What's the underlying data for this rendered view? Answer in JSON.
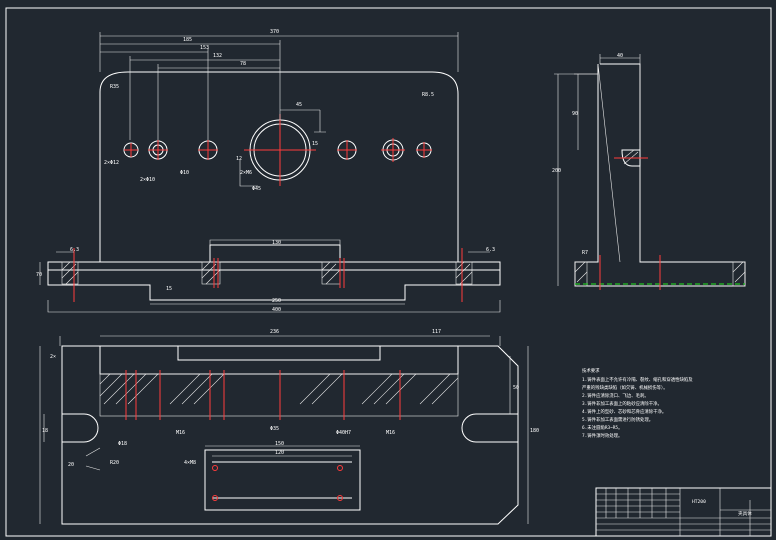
{
  "dimensions": {
    "top_width": "370",
    "d185": "185",
    "d153": "153",
    "d132": "132",
    "d78": "78",
    "r_left": "R35",
    "r_right": "R8.5",
    "hole_left": "2×Φ12",
    "hole_pin": "2×Φ10",
    "hole_mid": "Φ10",
    "d45": "45",
    "d15": "15",
    "d12": "12",
    "hole_m6": "2×M6",
    "d45b": "Φ45",
    "base_width": "130",
    "height": "70",
    "base_step": "15",
    "bottom_w1": "250",
    "bottom_w2": "400",
    "side_w": "40",
    "side_h1": "90",
    "side_h2": "200",
    "side_r": "R7",
    "slot_w": "236",
    "slot_r": "117",
    "d5": "2×",
    "d50": "50",
    "d180": "180",
    "plan_left": "Φ18",
    "plan_r": "R20",
    "plan_d20": "20",
    "plan_18": "18",
    "plan_w": "120",
    "plan_w2": "150",
    "plan_m6": "4×M8",
    "plan_sec1": "M16",
    "plan_sec2": "M16",
    "plan_sec3": "Φ35",
    "plan_sec4": "Φ40H7",
    "rough_left": "6.3",
    "rough_right": "6.3"
  },
  "notes": {
    "title": "技术要求",
    "lines": [
      "1.铸件表面上不允许有冷隔、裂纹、缩孔和穿透性缺陷及",
      "严重的残缺类缺陷（如欠铸、机械损伤等）。",
      "2.铸件应清除浇口、飞边、毛刺。",
      "3.铸件非加工表面上的粘砂应清除干净。",
      "4.铸件上的型砂、芯砂和芯骨应清除干净。",
      "5.铸件非加工表面需进行防锈处理。",
      "6.未注圆角R3~R5。",
      "7.铸件须时效处理。"
    ]
  },
  "title_block": {
    "material": "HT200",
    "part": "夹具体"
  }
}
